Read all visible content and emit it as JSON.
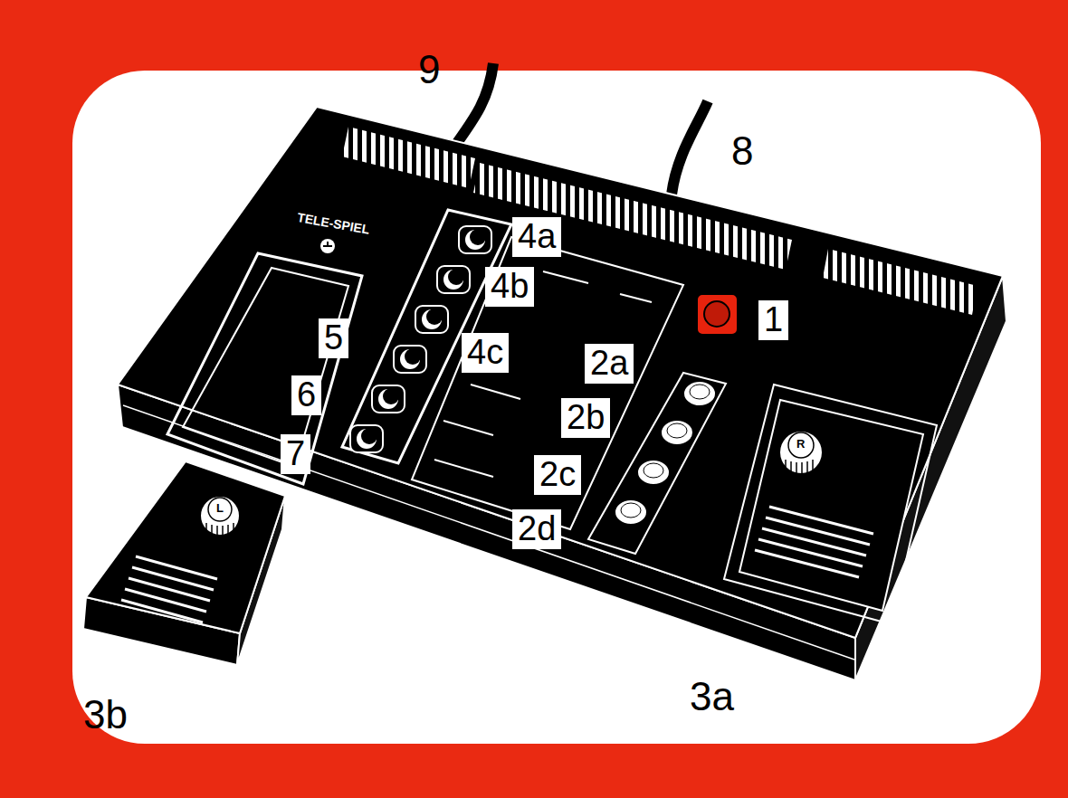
{
  "diagram": {
    "labels": [
      "9",
      "8",
      "TELE-SPIEL",
      "4a",
      "4b",
      "1",
      "5",
      "4c",
      "2a",
      "6",
      "2b",
      "R",
      "7",
      "2c",
      "2d",
      "L",
      "3b",
      "3a"
    ]
  }
}
